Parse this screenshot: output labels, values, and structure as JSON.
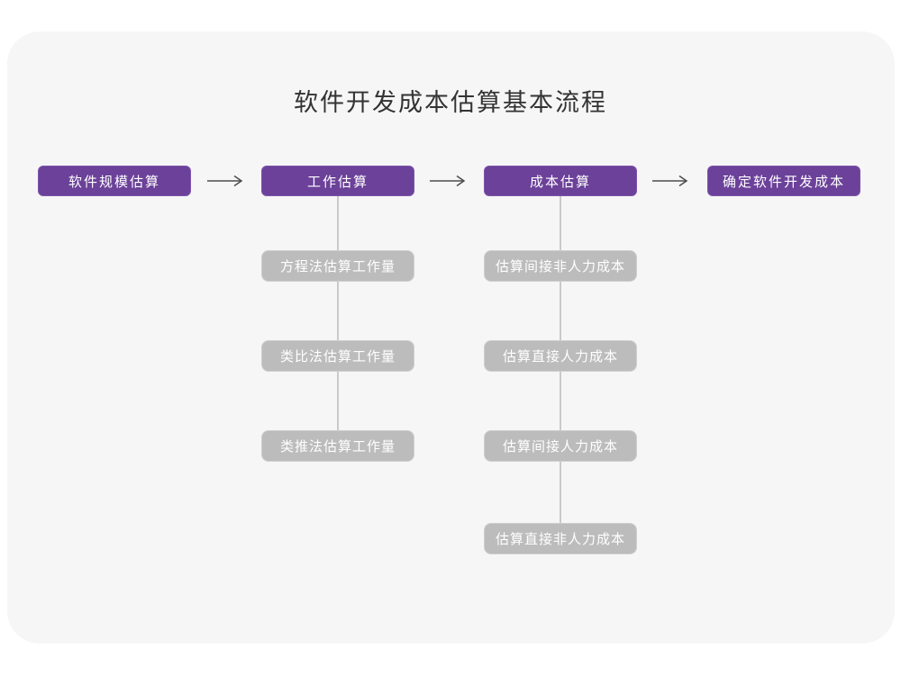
{
  "title": "软件开发成本估算基本流程",
  "theme": {
    "page_bg": "#ffffff",
    "card_bg": "#f6f6f6",
    "stage_box_color": "#6b4199",
    "stage_box_border": "#7d55ab",
    "substep_box_color": "#bcbcbc",
    "substep_box_border": "#cfcfcf",
    "box_text_color": "#ffffff",
    "arrow_color": "#4d4d4d",
    "connector_line_color": "#c9c9c9",
    "title_color": "#333333"
  },
  "flow": {
    "stages": [
      {
        "label": "软件规模估算"
      },
      {
        "label": "工作估算"
      },
      {
        "label": "成本估算"
      },
      {
        "label": "确定软件开发成本"
      }
    ],
    "work_estimation_substeps": [
      {
        "label": "方程法估算工作量"
      },
      {
        "label": "类比法估算工作量"
      },
      {
        "label": "类推法估算工作量"
      }
    ],
    "cost_estimation_substeps": [
      {
        "label": "估算间接非人力成本"
      },
      {
        "label": "估算直接人力成本"
      },
      {
        "label": "估算间接人力成本"
      },
      {
        "label": "估算直接非人力成本"
      }
    ]
  }
}
